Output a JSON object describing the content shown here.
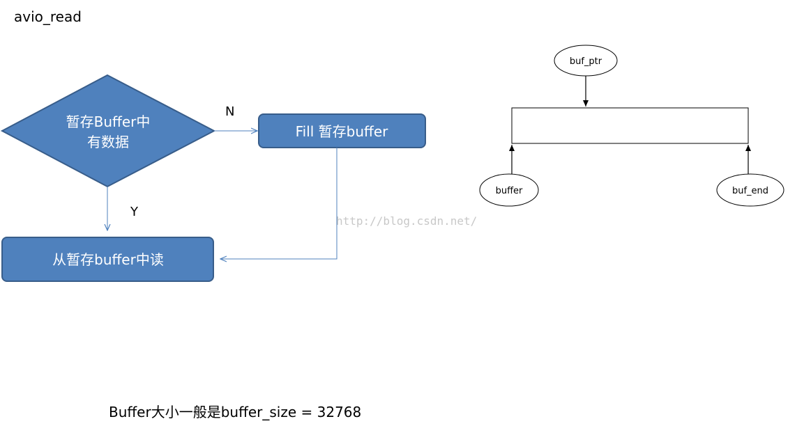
{
  "title": "avio_read",
  "flowchart": {
    "decision": {
      "line1": "暂存Buffer中",
      "line2": "有数据"
    },
    "fill_box": "Fill 暂存buffer",
    "read_box": "从暂存buffer中读",
    "label_no": "N",
    "label_yes": "Y"
  },
  "buffer_diagram": {
    "buf_ptr": "buf_ptr",
    "buffer": "buffer",
    "buf_end": "buf_end"
  },
  "watermark": "http://blog.csdn.net/",
  "footer": "Buffer大小一般是buffer_size = 32768",
  "colors": {
    "shape_fill": "#4f81bd",
    "shape_stroke": "#385d8a",
    "connector": "#4f81bd",
    "black": "#000000"
  }
}
